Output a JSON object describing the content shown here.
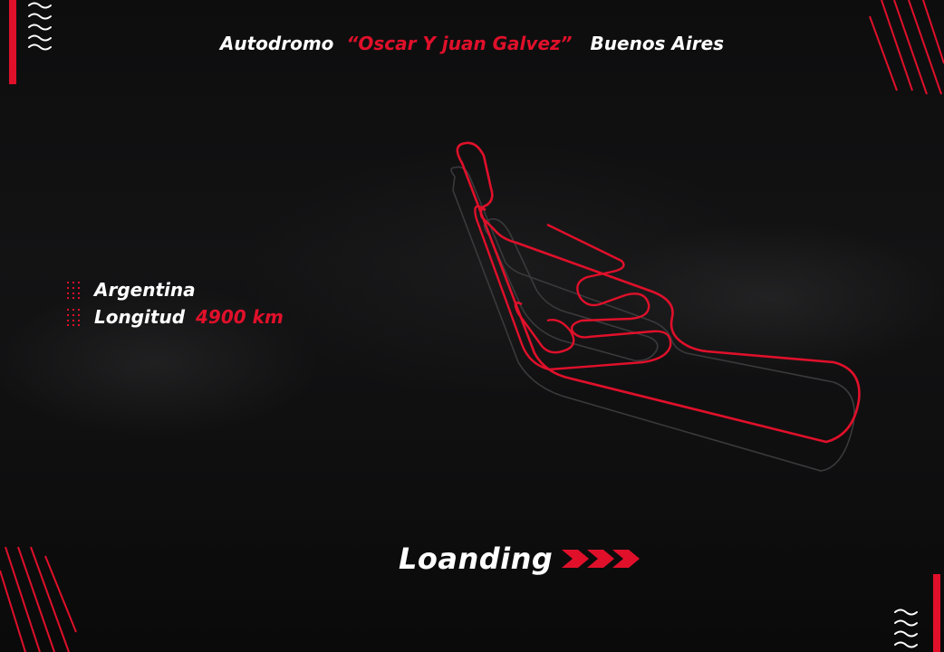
{
  "header": {
    "label": "Autodromo",
    "track_name": "“Oscar Y juan Galvez”",
    "city": "Buenos Aires"
  },
  "info": {
    "country": "Argentina",
    "length_label": "Longitud",
    "length_value": "4900 km"
  },
  "loading": {
    "label": "Loanding"
  },
  "colors": {
    "accent": "#e0102a",
    "text": "#ffffff",
    "background": "#0b0b0c"
  },
  "icons": {
    "dots": "dot-grid-icon",
    "chevrons": "triple-chevron-right-icon",
    "waves": "wave-lines-icon"
  }
}
